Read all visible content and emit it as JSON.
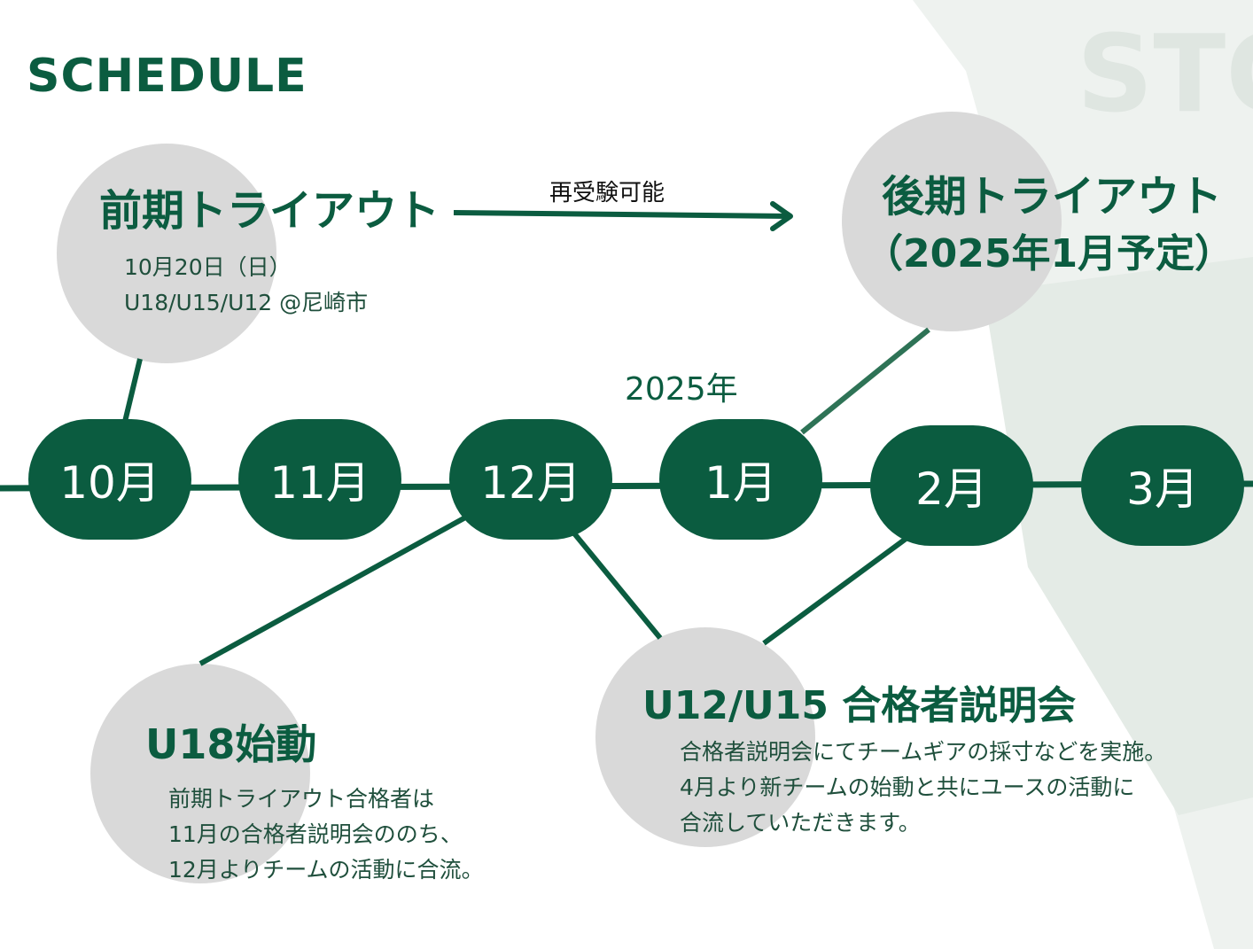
{
  "title": "SCHEDULE",
  "background_text": "STO",
  "arrow_label": "再受験可能",
  "year_label": "2025年",
  "months": [
    "10月",
    "11月",
    "12月",
    "1月",
    "2月",
    "3月"
  ],
  "events": {
    "first_tryout": {
      "title": "前期トライアウト",
      "lines": [
        "10月20日（日）",
        "U18/U15/U12 @尼崎市"
      ]
    },
    "second_tryout": {
      "title": "後期トライアウト",
      "subtitle": "（2025年1月予定）"
    },
    "u18_start": {
      "title": "U18始動",
      "lines": [
        "前期トライアウト合格者は",
        "11月の合格者説明会ののち、",
        "12月よりチームの活動に合流。"
      ]
    },
    "briefing": {
      "title": "U12/U15 合格者説明会",
      "lines": [
        "合格者説明会にてチームギアの採寸などを実施。",
        "4月より新チームの始動と共にユースの活動に",
        "合流していただきます。"
      ]
    }
  },
  "colors": {
    "primary": "#0b5c40",
    "circle": "#d9d9d9",
    "background_mark": "#e6ece8"
  }
}
